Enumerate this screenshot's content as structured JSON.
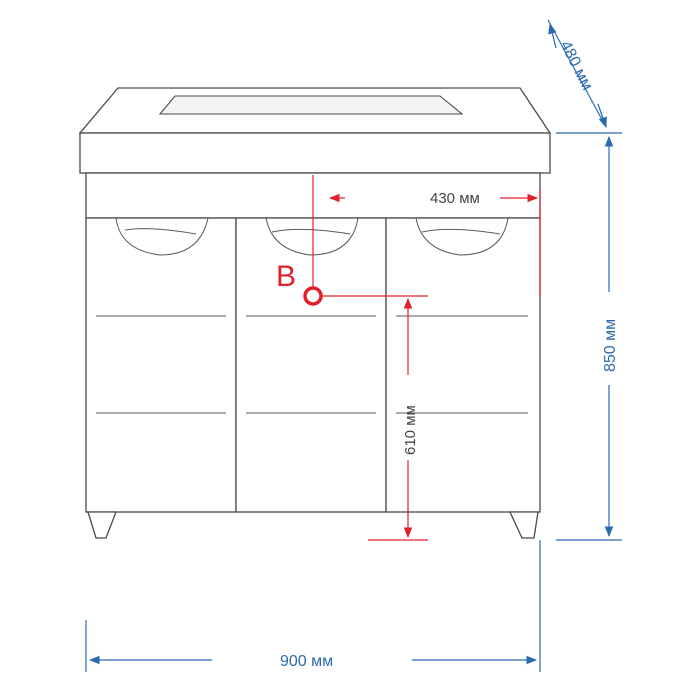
{
  "dimensions": {
    "width_label": "900 мм",
    "height_label": "850 мм",
    "depth_label": "480 мм",
    "pipe_offset_label": "430 мм",
    "pipe_height_label": "610 мм"
  },
  "markers": {
    "pipe_marker": "B"
  },
  "colors": {
    "dimension_blue": "#2a6bb0",
    "annotation_red": "#e2202a",
    "outline": "#4a4a4a"
  }
}
